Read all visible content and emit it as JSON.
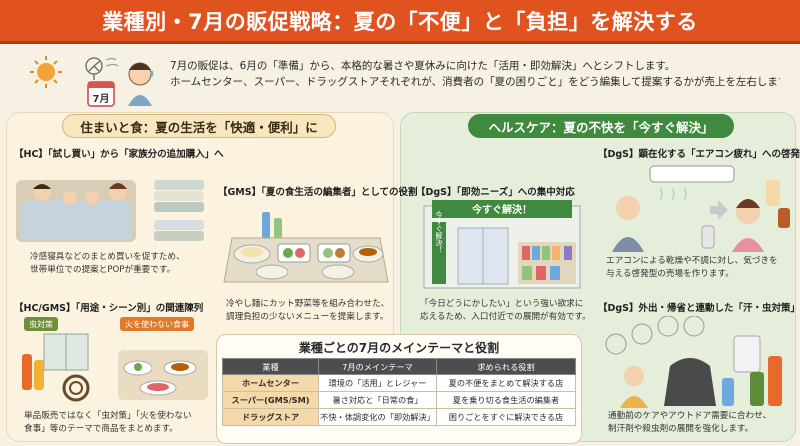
{
  "title": "業種別・7月の販促戦略：夏の「不便」と「負担」を解決する",
  "calendar_label": "7月",
  "intro": [
    "7月の販促は、6月の「準備」から、本格的な暑さや夏休みに向けた「活用・即効解決」へとシフトします。",
    "ホームセンター、スーパー、ドラッグストアそれぞれが、消費者の「夏の困りごと」をどう編集して提案するかが売上を左右します。"
  ],
  "left_section": {
    "heading": "住まいと食：夏の生活を「快適・便利」に",
    "hc": {
      "title": "【HC】「試し買い」から「家族分の追加購入」へ",
      "caption": [
        "冷感寝具などのまとめ買いを促すため、",
        "世帯単位での提案とPOPが重要です。"
      ]
    },
    "gms": {
      "title": "【GMS】「夏の食生活の編集者」としての役割",
      "caption": [
        "冷やし麺にカット野菜等を組み合わせた、",
        "調理負担の少ないメニューを提案します。"
      ]
    },
    "hcgms": {
      "title": "【HC/GMS】「用途・シーン別」の関連陳列",
      "tag_bug": "虫対策",
      "tag_fire": "火を使わない食事",
      "caption": [
        "単品販売ではなく「虫対策」「火を使わない",
        "食事」等のテーマで商品をまとめます。"
      ]
    }
  },
  "right_section": {
    "heading": "ヘルスケア：夏の不快を「今すぐ解決」",
    "dgs_need": {
      "title": "【DgS】「即効ニーズ」への集中対応",
      "sign": "今すぐ解決！",
      "banner": "今すぐ解決！",
      "caption": [
        "「今日どうにかしたい」という強い欲求に",
        "応えるため、入口付近での展開が有効です。"
      ]
    },
    "dgs_ac": {
      "title": "【DgS】顕在化する「エアコン疲れ」への啓発",
      "caption": [
        "エアコンによる乾燥や不調に対し、気づきを",
        "与える啓発型の売場を作ります。"
      ]
    },
    "dgs_out": {
      "title": "【DgS】外出・帰省と連動した「汗・虫対策」",
      "caption": [
        "通勤前のケアやアウトドア需要に合わせ、",
        "制汗剤や殺虫剤の展開を強化します。"
      ]
    }
  },
  "table": {
    "title": "業種ごとの7月のメインテーマと役割",
    "headers": [
      "業種",
      "7月のメインテーマ",
      "求められる役割"
    ],
    "rows": [
      [
        "ホームセンター",
        "環境の「活用」とレジャー",
        "夏の不便をまとめて解決する店"
      ],
      [
        "スーパー(GMS/SM)",
        "暑さ対応と「日常の食」",
        "夏を乗り切る食生活の編集者"
      ],
      [
        "ドラッグストア",
        "不快・体調変化の「即効解決」",
        "困りごとをすぐに解決できる店"
      ]
    ]
  },
  "colors": {
    "banner": "#e0531f",
    "left_panel": "#fbf3e0",
    "right_panel": "#e4eedb",
    "green_accent": "#3f8a3e",
    "tag_bug": "#6f8f3a",
    "tag_fire": "#e07a2a"
  }
}
